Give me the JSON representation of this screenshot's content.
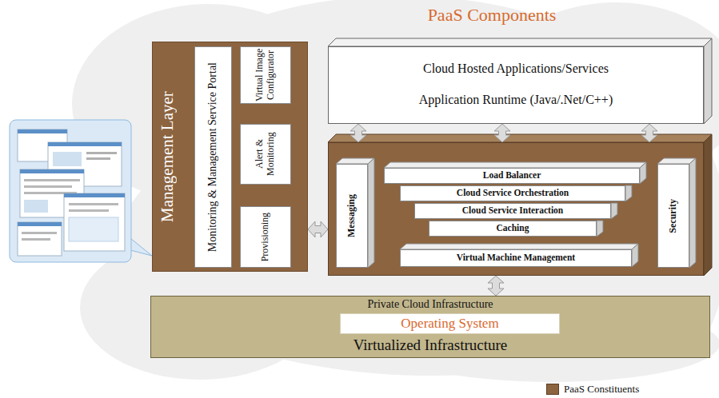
{
  "diagram": {
    "title": "PaaS Components",
    "nodes": [
      {
        "text": [
          "Management Layer"
        ]
      },
      {
        "text": [
          "Monitoring & Management Service Portal"
        ],
        "in": 0
      },
      {
        "text": [
          "Virtual Image Configurator"
        ],
        "in": 0
      },
      {
        "text": [
          "Alert & Monitoring"
        ],
        "in": 0
      },
      {
        "text": [
          "Provisioning"
        ],
        "in": 0
      },
      {
        "text": [
          "Cloud Hosted Applications/Services",
          "Application Runtime (Java/.Net/C++)"
        ]
      },
      {
        "text": []
      },
      {
        "text": [
          "Messaging"
        ],
        "in": 6
      },
      {
        "text": [
          "Load Balancer"
        ],
        "in": 6
      },
      {
        "text": [
          "Cloud Service Orchestration"
        ],
        "in": 6
      },
      {
        "text": [
          "Cloud Service Interaction"
        ],
        "in": 6
      },
      {
        "text": [
          "Caching"
        ],
        "in": 6
      },
      {
        "text": [
          "Virtual Machine Management"
        ],
        "in": 6
      },
      {
        "text": [
          "Security"
        ],
        "in": 6
      },
      {
        "text": [
          "Private Cloud Infrastructure",
          "Virtualized Infrastructure"
        ]
      },
      {
        "text": [
          "Operating System"
        ],
        "in": 14
      }
    ],
    "edges": [
      {
        "from": 5,
        "to": 6,
        "arrow": "both"
      },
      {
        "from": 5,
        "to": 6,
        "arrow": "both"
      },
      {
        "from": 5,
        "to": 6,
        "arrow": "both"
      },
      {
        "from": 0,
        "to": 6,
        "arrow": "both"
      },
      {
        "from": 6,
        "to": 14,
        "arrow": "both"
      }
    ],
    "legend": [
      {
        "text": "PaaS Constituents",
        "color": "#8c6440"
      }
    ]
  }
}
